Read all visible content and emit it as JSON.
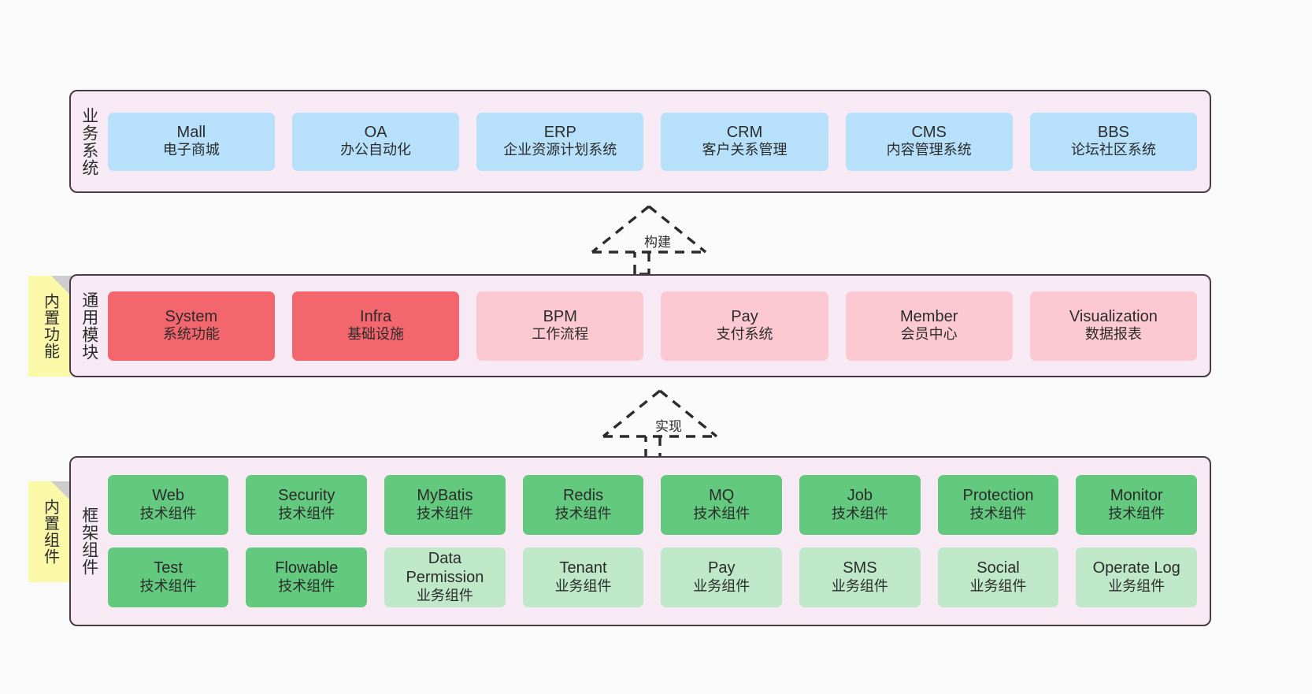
{
  "diagram": {
    "background_color": "#fafafa",
    "layer_fill": "#f8eaf4",
    "layer_border": "#4a3a46",
    "note_color": "#fbf8a8"
  },
  "layers": [
    {
      "id": "business",
      "title": "业务系统",
      "color": "#b7e0fb",
      "rows": [
        {
          "cards": [
            {
              "name": "Mall",
              "desc": "电子商城"
            },
            {
              "name": "OA",
              "desc": "办公自动化"
            },
            {
              "name": "ERP",
              "desc": "企业资源计划系统"
            },
            {
              "name": "CRM",
              "desc": "客户关系管理"
            },
            {
              "name": "CMS",
              "desc": "内容管理系统"
            },
            {
              "name": "BBS",
              "desc": "论坛社区系统"
            }
          ]
        }
      ]
    },
    {
      "id": "modules",
      "title": "通用模块",
      "note": "内置功能",
      "rows": [
        {
          "cards": [
            {
              "name": "System",
              "desc": "系统功能",
              "color": "#f4666d"
            },
            {
              "name": "Infra",
              "desc": "基础设施",
              "color": "#f4666d"
            },
            {
              "name": "BPM",
              "desc": "工作流程",
              "color": "#fcc9d2"
            },
            {
              "name": "Pay",
              "desc": "支付系统",
              "color": "#fcc9d2"
            },
            {
              "name": "Member",
              "desc": "会员中心",
              "color": "#fcc9d2"
            },
            {
              "name": "Visualization",
              "desc": "数据报表",
              "color": "#fcc9d2"
            }
          ]
        }
      ]
    },
    {
      "id": "framework",
      "title": "框架组件",
      "note": "内置组件",
      "rows": [
        {
          "cards": [
            {
              "name": "Web",
              "desc": "技术组件",
              "color": "#63c97e"
            },
            {
              "name": "Security",
              "desc": "技术组件",
              "color": "#63c97e"
            },
            {
              "name": "MyBatis",
              "desc": "技术组件",
              "color": "#63c97e"
            },
            {
              "name": "Redis",
              "desc": "技术组件",
              "color": "#63c97e"
            },
            {
              "name": "MQ",
              "desc": "技术组件",
              "color": "#63c97e"
            },
            {
              "name": "Job",
              "desc": "技术组件",
              "color": "#63c97e"
            },
            {
              "name": "Protection",
              "desc": "技术组件",
              "color": "#63c97e"
            },
            {
              "name": "Monitor",
              "desc": "技术组件",
              "color": "#63c97e"
            }
          ]
        },
        {
          "cards": [
            {
              "name": "Test",
              "desc": "技术组件",
              "color": "#63c97e"
            },
            {
              "name": "Flowable",
              "desc": "技术组件",
              "color": "#63c97e"
            },
            {
              "name": "Data Permission",
              "desc": "业务组件",
              "color": "#bfe8c9"
            },
            {
              "name": "Tenant",
              "desc": "业务组件",
              "color": "#bfe8c9"
            },
            {
              "name": "Pay",
              "desc": "业务组件",
              "color": "#bfe8c9"
            },
            {
              "name": "SMS",
              "desc": "业务组件",
              "color": "#bfe8c9"
            },
            {
              "name": "Social",
              "desc": "业务组件",
              "color": "#bfe8c9"
            },
            {
              "name": "Operate Log",
              "desc": "业务组件",
              "color": "#bfe8c9"
            }
          ]
        }
      ]
    }
  ],
  "arrows": [
    {
      "id": "build",
      "label": "构建",
      "style": "dashed-generalization",
      "direction": "up"
    },
    {
      "id": "impl",
      "label": "实现",
      "style": "dashed-generalization",
      "direction": "up"
    }
  ]
}
